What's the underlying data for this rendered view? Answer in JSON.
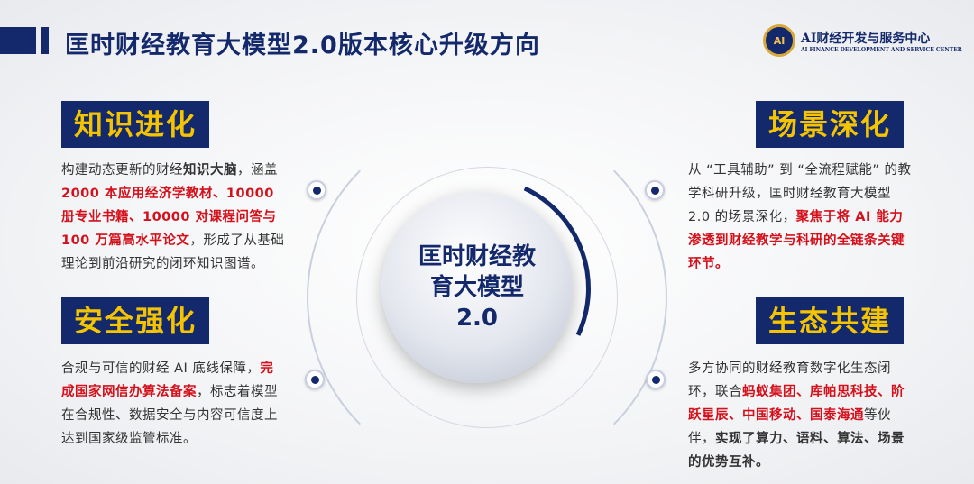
{
  "header": {
    "title": "匡时财经教育大模型2.0版本核心升级方向",
    "logo_cn": "AI财经开发与服务中心",
    "logo_en": "AI FINANCE DEVELOPMENT AND SERVICE CENTER",
    "logo_mark": "AI"
  },
  "center": {
    "label": "匡时财经教育大模型2.0"
  },
  "sections": {
    "knowledge": {
      "tag": "知识进化",
      "t1": "构建动态更新的财经",
      "t2": "知识大脑",
      "t3": "，涵盖 ",
      "t4": "2000 本应用经济学教材、10000 册专业书籍、10000 对课程问答与 100 万篇高水平论文",
      "t5": "，形成了从基础理论到前沿研究的闭环知识图谱。"
    },
    "scene": {
      "tag": "场景深化",
      "t1": "从 “工具辅助” 到 “全流程赋能” 的教学科研升级，匡时财经教育大模型 2.0 的场景深化，",
      "t2": "聚焦于将 AI 能力渗透到财经教学与科研的全链条关键环节。"
    },
    "security": {
      "tag": "安全强化",
      "t1": "合规与可信的财经 AI 底线保障，",
      "t2": "完成国家网信办算法备案",
      "t3": "，标志着模型在合规性、数据安全与内容可信度上达到国家级监管标准。"
    },
    "ecosystem": {
      "tag": "生态共建",
      "t1": "多方协同的财经教育数字化生态闭环，联合",
      "t2": "蚂蚁集团、库帕思科技、阶跃星辰、中国移动、国泰海通",
      "t3": "等伙伴，",
      "t4": "实现了算力、语料、算法、场景的优势互补。"
    }
  }
}
